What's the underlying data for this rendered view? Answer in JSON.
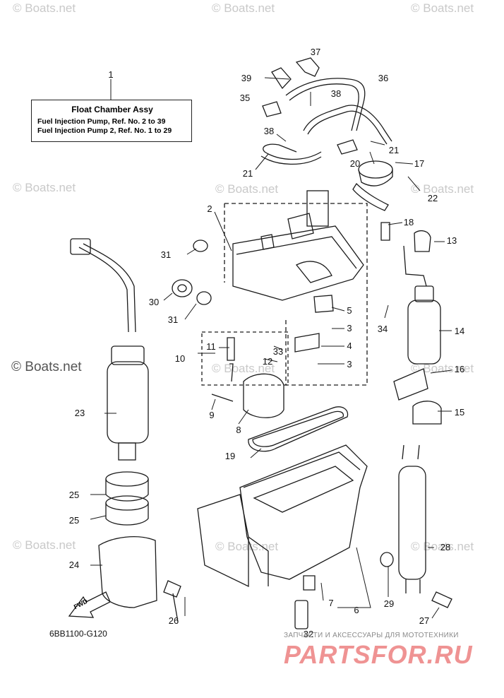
{
  "watermark": "© Boats.net",
  "info_box": {
    "callout": "1",
    "title": "Float Chamber Assy",
    "lines": [
      "Fuel Injection Pump,    Ref. No. 2 to 39",
      "Fuel Injection Pump 2,  Ref. No. 1 to 29"
    ]
  },
  "callouts": [
    "2",
    "3",
    "3",
    "4",
    "5",
    "6",
    "7",
    "8",
    "9",
    "10",
    "11",
    "12",
    "13",
    "14",
    "15",
    "16",
    "17",
    "18",
    "19",
    "20",
    "21",
    "21",
    "22",
    "23",
    "24",
    "25",
    "25",
    "26",
    "27",
    "28",
    "29",
    "30",
    "31",
    "31",
    "32",
    "33",
    "34",
    "35",
    "36",
    "37",
    "38",
    "38",
    "39"
  ],
  "diagram_code": "6BB1100-G120",
  "fwd_label": "FWD",
  "site": {
    "tagline": "ЗАПЧАСТИ И АКСЕССУАРЫ ДЛЯ МОТОТЕХНИКИ",
    "brand": "PARTSFOR.RU"
  },
  "colors": {
    "line": "#1a1a1a",
    "watermark": "#c9c9c9",
    "brand": "#e23b3b"
  }
}
